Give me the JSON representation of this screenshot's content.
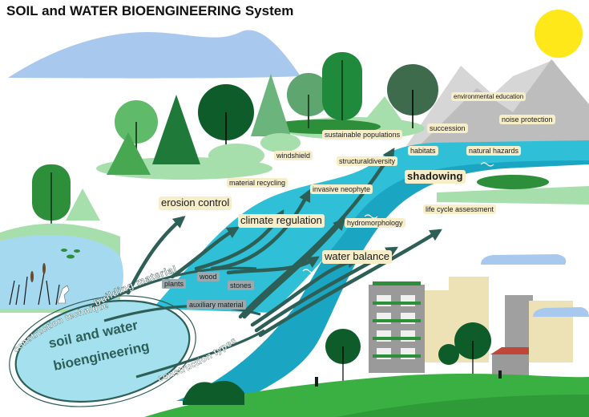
{
  "title": "SOIL and WATER BIOENGINEERING System",
  "center": {
    "line1": "soil and water",
    "line2": "bioengineering"
  },
  "branches": [
    "building material",
    "construction technique",
    "construction types"
  ],
  "materials": [
    "plants",
    "wood",
    "stones",
    "auxiliary material"
  ],
  "outcomes": [
    "erosion control",
    "climate regulation",
    "water balance",
    "material recycling",
    "windshield",
    "invasive neophyte",
    "structuraldiversity",
    "sustainable populations",
    "hydromorphology",
    "shadowing",
    "habitats",
    "succession",
    "environmental education",
    "noise protection",
    "natural hazards",
    "life cycle assessment"
  ],
  "colors": {
    "river": "#1aa6c2",
    "river_light": "#2fc0d8",
    "sky": "#a9c8ee",
    "hill": "#3ab042",
    "arrow": "#2d5f57",
    "label_bg": "#f6edc9",
    "sun": "#ffe81a",
    "mountain": "#c7c7c7"
  }
}
